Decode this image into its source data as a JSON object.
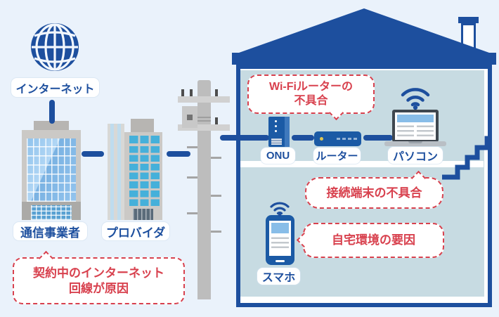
{
  "colors": {
    "primary_blue": "#1d4f9e",
    "device_blue": "#1b5aa5",
    "accent_red": "#d8414e",
    "house_interior": "#c7dbe2",
    "canvas_background": "#eaf2fb",
    "window_cyan": "#45b0da"
  },
  "labels": {
    "internet": "インターネット",
    "carrier": "通信事業者",
    "provider": "プロバイダ",
    "onu": "ONU",
    "router": "ルーター",
    "pc": "パソコン",
    "phone": "スマホ"
  },
  "callouts": {
    "wifi_router_line1": "Wi-Fiルーターの",
    "wifi_router_line2": "不具合",
    "device_issue": "接続端末の不具合",
    "home_env": "自宅環境の要因",
    "contract_line1": "契約中のインターネット",
    "contract_line2": "回線が原因"
  },
  "icons": {
    "globe": "globe-icon",
    "wifi_pc": "wifi-icon",
    "wifi_phone": "wifi-icon"
  }
}
